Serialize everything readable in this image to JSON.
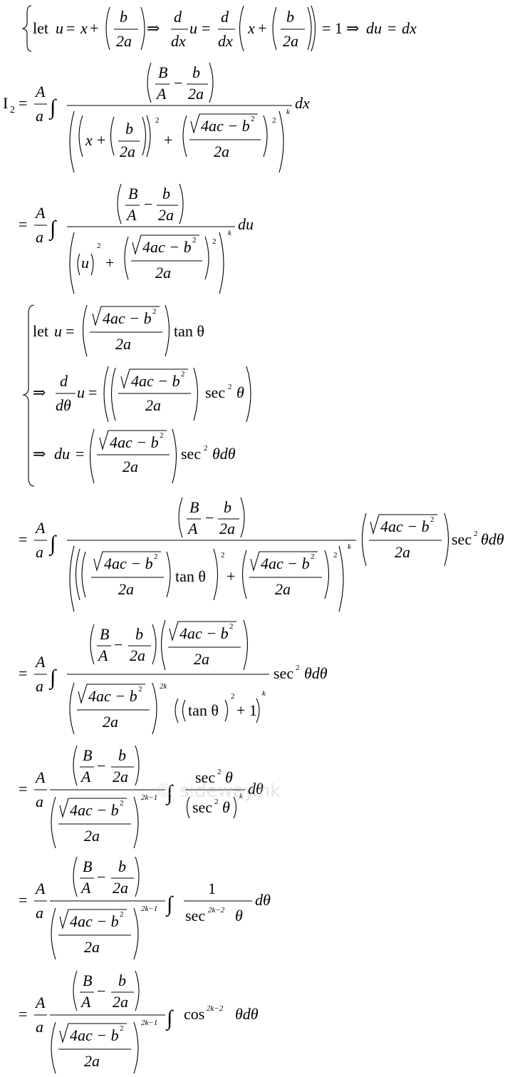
{
  "document": {
    "watermark": "© sideway.hk"
  },
  "symbols": {
    "let": "let",
    "I": "I",
    "two": "2",
    "u": "u",
    "x": "x",
    "b": "b",
    "two_a": "2a",
    "a": "a",
    "A": "A",
    "B": "B",
    "d": "d",
    "dx": "dx",
    "du": "du",
    "d_theta": "dθ",
    "equals_one": "= 1",
    "radicand": "4ac − b",
    "tan_theta": "tan θ",
    "sec": "sec",
    "cos": "cos",
    "theta": "θ",
    "theta_d_theta": "θdθ",
    "one": "1",
    "k": "k",
    "two_k": "2k",
    "two_k_minus_1": "2k−1",
    "two_k_minus_2": "2k−2",
    "plus_one": "+ 1"
  }
}
